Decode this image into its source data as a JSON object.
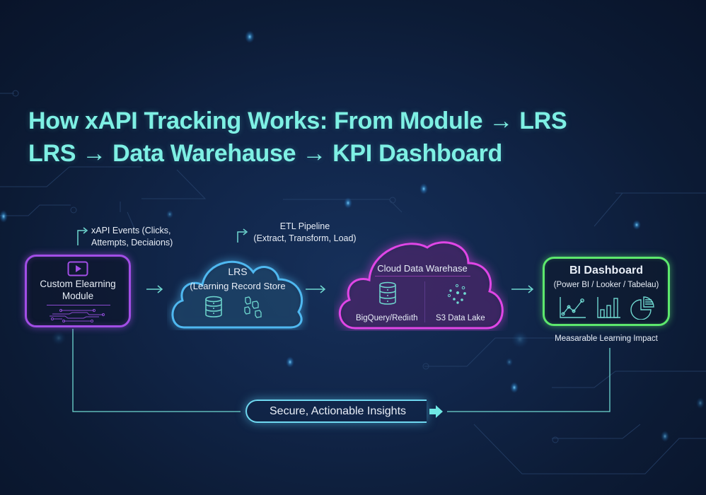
{
  "title": {
    "line1": "How xAPI Tracking Works: From Module → LRS",
    "line2": "LRS → Data Warehause → KPI Dashboard"
  },
  "colors": {
    "title": "#7ef0e4",
    "module_border": "#a24ee6",
    "lrs_border": "#4fb8f0",
    "warehouse_border": "#e046e6",
    "dashboard_border": "#5de86d",
    "accent_teal": "#6fd8d0"
  },
  "annotations": {
    "xapi_events_line1": "xAPI Events (Clicks,",
    "xapi_events_line2": "Attempts, Deciaions)",
    "etl_line1": "ETL Pipeline",
    "etl_line2": "(Extract, Transform, Load)"
  },
  "nodes": {
    "module": {
      "icon": "play-video-icon",
      "line1": "Custom Elearning",
      "line2": "Module",
      "decoration": "circuit-icon"
    },
    "lrs": {
      "title": "LRS",
      "subtitle": "(Learning Record Store",
      "icons": [
        "database-icon",
        "cubes-icon"
      ]
    },
    "warehouse": {
      "title": "Cloud Data Warehase",
      "left_label": "BigQuery/Rediıth",
      "right_label": "S3 Data Lake",
      "icons": [
        "database-icon",
        "data-lake-dots-icon"
      ]
    },
    "dashboard": {
      "title": "BI Dashboard",
      "subtitle": "(Power BI / Looker / Tabelau)",
      "icons": [
        "line-chart-icon",
        "bar-chart-icon",
        "pie-chart-icon"
      ],
      "caption": "Measarable Learning Impact"
    }
  },
  "footer": {
    "pill_label": "Secure, Actionable Insights",
    "pill_icon": "arrow-right-icon"
  }
}
